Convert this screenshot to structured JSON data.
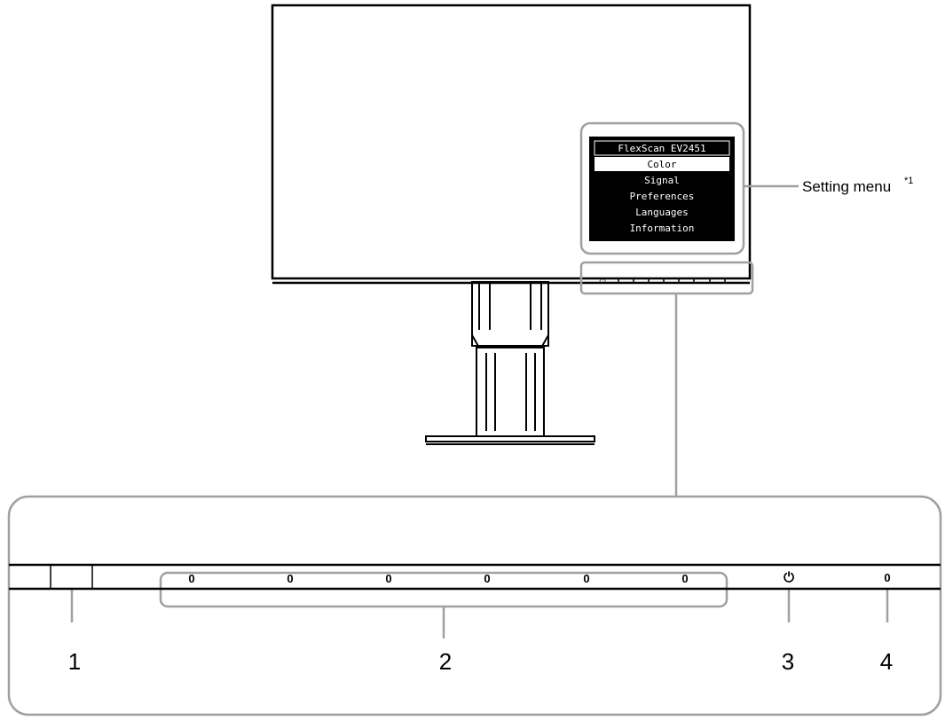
{
  "osd_menu": {
    "title": "FlexScan EV2451",
    "items": [
      "Color",
      "Signal",
      "Preferences",
      "Languages",
      "Information"
    ],
    "selected_index": 0
  },
  "callout": {
    "setting_menu_label": "Setting menu",
    "footnote_marker": "*1"
  },
  "front_panel": {
    "button_marks": [
      "0",
      "0",
      "0",
      "0",
      "0",
      "0"
    ],
    "power_symbol": "⏻",
    "right_button_mark": "0"
  },
  "numbers": {
    "n1": "1",
    "n2": "2",
    "n3": "3",
    "n4": "4"
  },
  "colors": {
    "outline": "#000000",
    "callout_gray": "#a0a0a0",
    "osd_bg": "#000000",
    "osd_fg": "#ffffff"
  }
}
